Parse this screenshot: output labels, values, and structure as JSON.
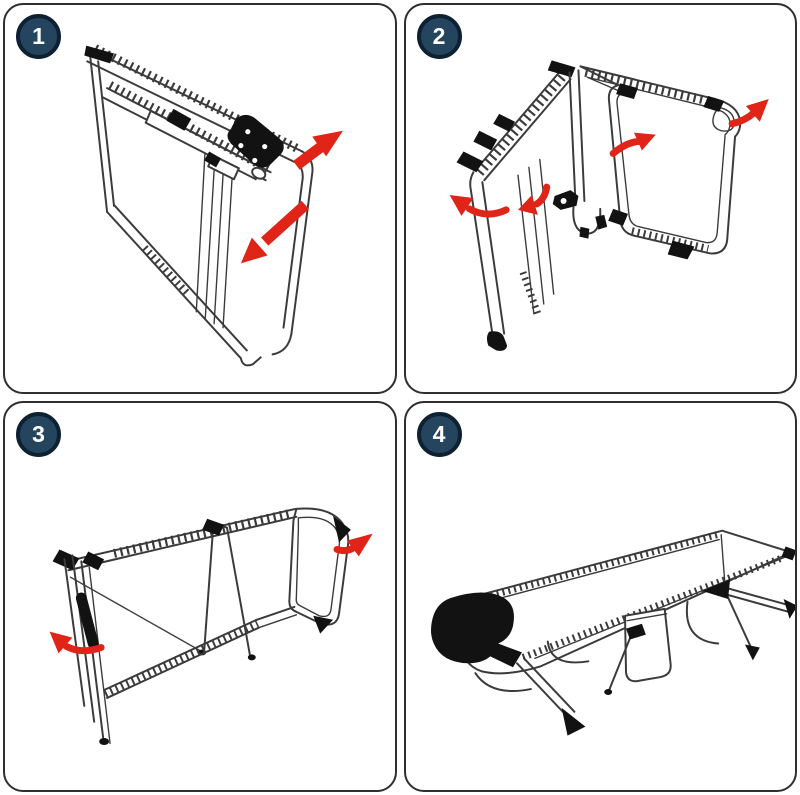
{
  "document": {
    "kind": "assembly-instruction-diagram",
    "subject": "folding-camping-cot",
    "layout": "2x2-step-grid"
  },
  "colors": {
    "background": "#ffffff",
    "panel_border": "#2f2f2f",
    "badge_fill": "#25455f",
    "badge_border": "#0d2133",
    "badge_text": "#ffffff",
    "line": "#3b3b3b",
    "black_parts": "#121212",
    "arrow_red": "#e02417"
  },
  "panels": [
    {
      "step": "1",
      "illustration": "cot-folded-upright",
      "arrows": [
        {
          "icon": "red-arrow-up-right"
        },
        {
          "icon": "red-arrow-down-left"
        }
      ]
    },
    {
      "step": "2",
      "illustration": "cot-half-unfolded-v-shape",
      "arrows": [
        {
          "icon": "red-curved-arrow-left"
        },
        {
          "icon": "red-curved-arrow-down-left"
        },
        {
          "icon": "red-curved-arrow-right"
        },
        {
          "icon": "red-curved-arrow-up-right"
        }
      ]
    },
    {
      "step": "3",
      "illustration": "cot-unfolded-frame-on-side",
      "arrows": [
        {
          "icon": "red-curved-arrow-left"
        },
        {
          "icon": "red-curved-arrow-up-right"
        }
      ]
    },
    {
      "step": "4",
      "illustration": "cot-assembled-with-headrest-and-side-pocket",
      "arrows": [
        {
          "icon": "black-arrow-left"
        }
      ]
    }
  ]
}
